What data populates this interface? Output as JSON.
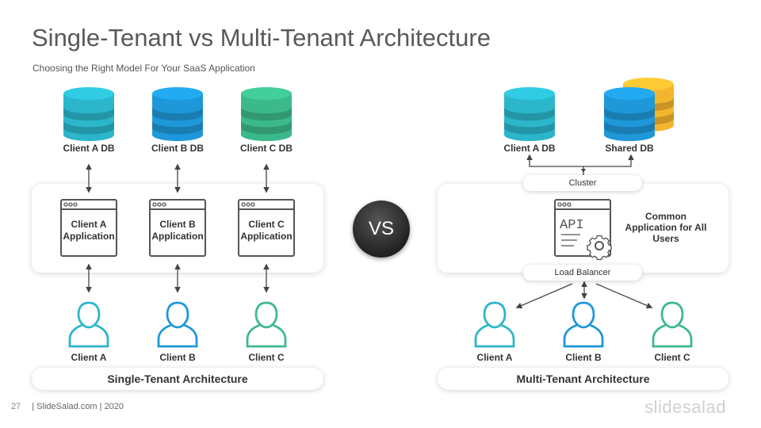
{
  "title": "Single-Tenant vs Multi-Tenant Architecture",
  "subtitle": "Choosing  the Right Model  For Your SaaS Application",
  "vs": "VS",
  "single": {
    "dbs": [
      {
        "label": "Client A DB",
        "color": "#2BB6CB"
      },
      {
        "label": "Client B DB",
        "color": "#1E98D8"
      },
      {
        "label": "Client C DB",
        "color": "#3CB98B"
      }
    ],
    "apps": [
      {
        "line1": "Client A",
        "line2": "Application"
      },
      {
        "line1": "Client B",
        "line2": "Application"
      },
      {
        "line1": "Client C",
        "line2": "Application"
      }
    ],
    "users": [
      {
        "label": "Client  A",
        "color": "#2BB6CB"
      },
      {
        "label": "Client  B",
        "color": "#1E98D8"
      },
      {
        "label": "Client  C",
        "color": "#3CB98B"
      }
    ],
    "caption": "Single-Tenant Architecture"
  },
  "multi": {
    "dbs": [
      {
        "label": "Client A DB",
        "color": "#2BB6CB"
      },
      {
        "label": "Shared DB",
        "color": "#1E98D8",
        "back_color": "#F4B52E"
      }
    ],
    "cluster": "Cluster",
    "api_text": "API",
    "app_label": "Common Application for All Users",
    "load_balancer": "Load Balancer",
    "users": [
      {
        "label": "Client  A",
        "color": "#2BB6CB"
      },
      {
        "label": "Client  B",
        "color": "#1E98D8"
      },
      {
        "label": "Client  C",
        "color": "#3CB98B"
      }
    ],
    "caption": "Multi-Tenant Architecture"
  },
  "footer": {
    "page": "27",
    "text": "| SlideSalad.com | 2020"
  },
  "brand": "slidesalad"
}
